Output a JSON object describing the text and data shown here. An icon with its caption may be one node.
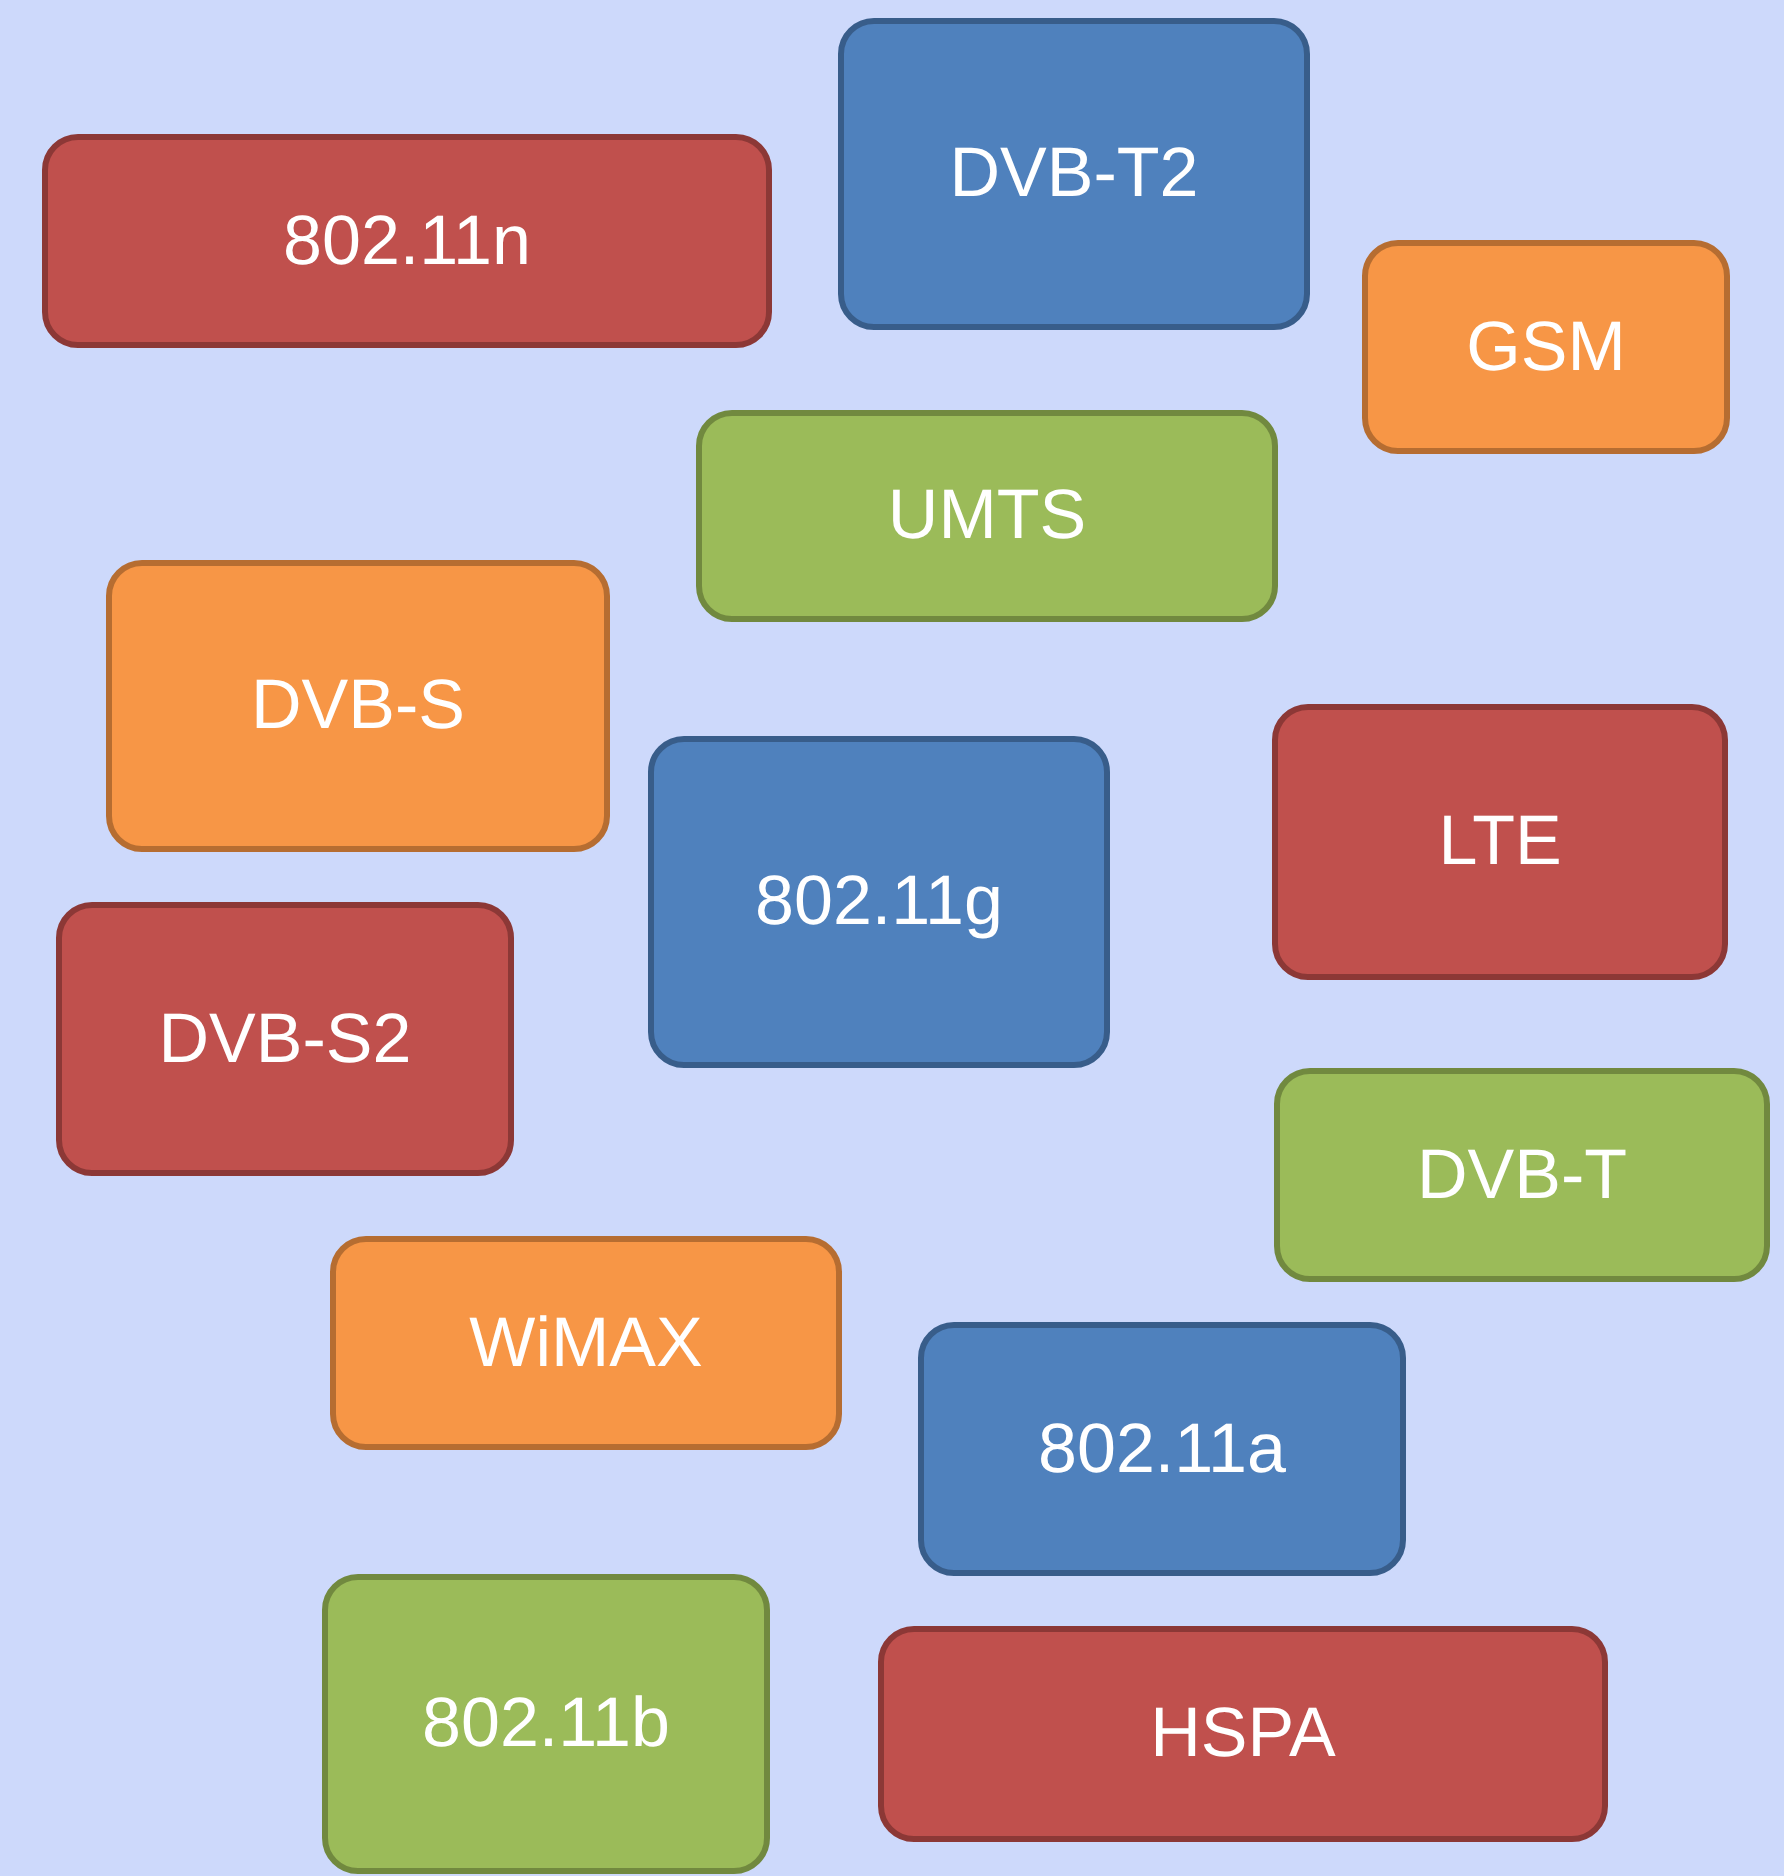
{
  "diagram": {
    "nodes": [
      {
        "text": [
          "DVB-T2"
        ]
      },
      {
        "text": [
          "802.11n"
        ]
      },
      {
        "text": [
          "GSM"
        ]
      },
      {
        "text": [
          "UMTS"
        ]
      },
      {
        "text": [
          "DVB-S"
        ]
      },
      {
        "text": [
          "LTE"
        ]
      },
      {
        "text": [
          "802.11g"
        ]
      },
      {
        "text": [
          "DVB-S2"
        ]
      },
      {
        "text": [
          "DVB-T"
        ]
      },
      {
        "text": [
          "WiMAX"
        ]
      },
      {
        "text": [
          "802.11a"
        ]
      },
      {
        "text": [
          "802.11b"
        ]
      },
      {
        "text": [
          "HSPA"
        ]
      }
    ]
  }
}
